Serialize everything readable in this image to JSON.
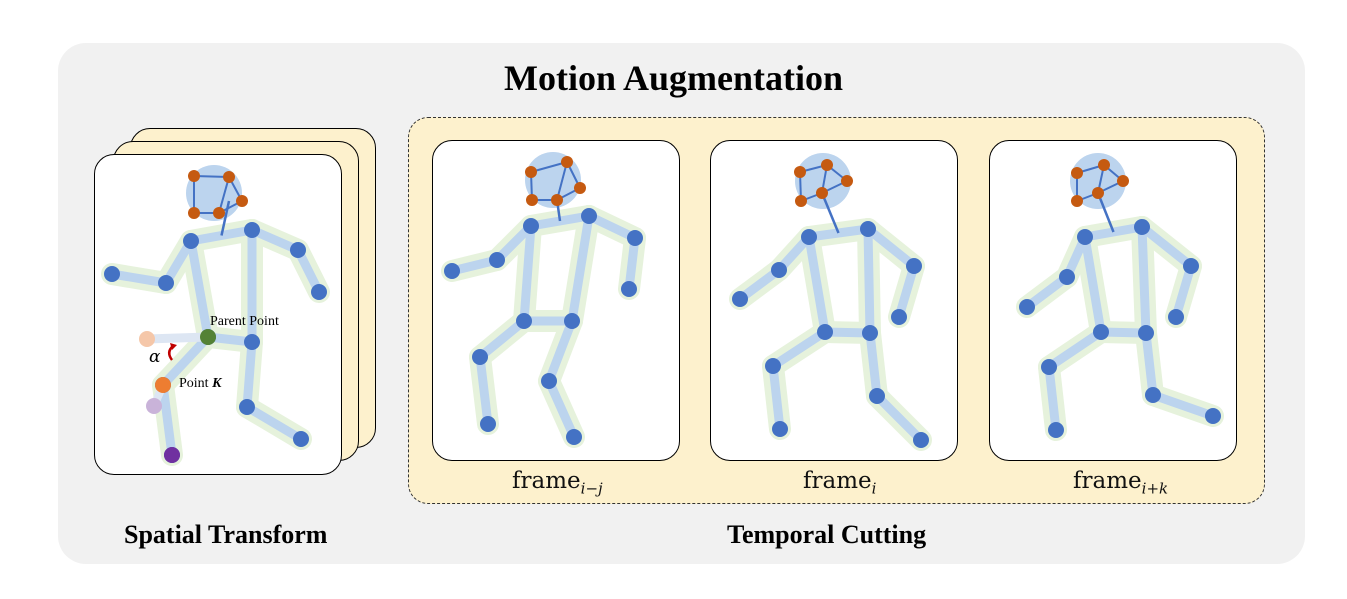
{
  "title": "Motion Augmentation",
  "spatial": {
    "label": "Spatial Transform",
    "parent_point": "Parent Point",
    "point_k_prefix": "Point ",
    "point_k_var": "K",
    "angle_symbol": "α"
  },
  "temporal": {
    "label": "Temporal Cutting",
    "frames": [
      {
        "base": "frame",
        "sub": "i−j"
      },
      {
        "base": "frame",
        "sub": "i"
      },
      {
        "base": "frame",
        "sub": "i+k"
      }
    ]
  },
  "colors": {
    "panel_bg": "#f1f1f1",
    "temporal_bg": "#fdf1cd",
    "joint": "#4472c4",
    "head_joint": "#c55a11",
    "head": "#bcd4ee",
    "bone": "#bcd4ee",
    "glow": "#e6f2dc",
    "parent_point": "#548235",
    "point_k": "#ed7d31",
    "end_point": "#7030a0"
  }
}
